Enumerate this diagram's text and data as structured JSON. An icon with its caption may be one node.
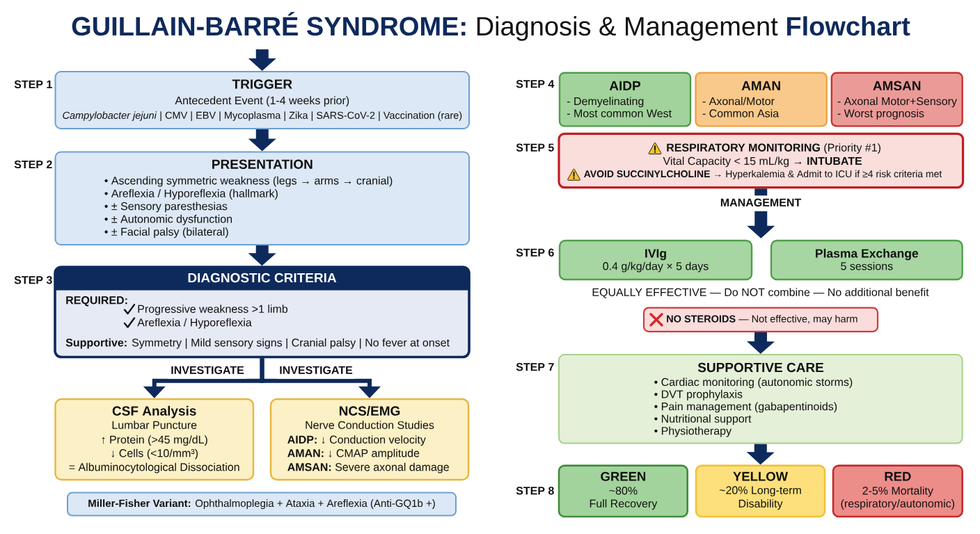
{
  "diagram": {
    "title": "**GUILLAIN-BARRÉ SYNDROME:** Diagnosis & Management **Flowchart**",
    "nodes": [
      {
        "text": [
          "TRIGGER",
          "Antecedent Event (1-4 weeks prior)",
          "*Campylobacter jejuni* | CMV | EBV | Mycoplasma | Zika | SARS-CoV-2 | Vaccination (rare)"
        ],
        "beside": [
          "STEP 1"
        ]
      },
      {
        "text": [
          "PRESENTATION",
          "• Ascending symmetric weakness (legs → arms → cranial)",
          "• Areflexia / Hyporeflexia (hallmark)",
          "• ± Sensory paresthesias",
          "• ± Autonomic dysfunction",
          "• ± Facial palsy (bilateral)"
        ],
        "beside": [
          "STEP 2"
        ]
      },
      {
        "text": [
          "DIAGNOSTIC CRITERIA",
          "REQUIRED:",
          "Progressive weakness >1 limb",
          "Areflexia / Hyporeflexia",
          "**Supportive:** Symmetry | Mild sensory signs | Cranial palsy | No fever at onset"
        ],
        "beside": [
          "STEP 3"
        ]
      },
      {
        "text": [
          "CSF Analysis",
          "Lumbar Puncture",
          "↑ Protein (>45 mg/dL)",
          "↓ Cells (<10/mm³)",
          "= Albuminocytological Dissociation"
        ]
      },
      {
        "text": [
          "NCS/EMG",
          "Nerve Conduction Studies",
          "**AIDP:** ↓ Conduction velocity",
          "**AMAN:** ↓ CMAP amplitude",
          "**AMSAN:** Severe axonal damage"
        ]
      },
      {
        "text": [
          "**Miller-Fisher Variant:** Ophthalmoplegia + Ataxia + Areflexia (Anti-GQ1b +)"
        ]
      },
      {
        "text": [
          "AIDP",
          "- Demyelinating",
          "- Most common West"
        ],
        "beside": [
          "STEP 4"
        ]
      },
      {
        "text": [
          "AMAN",
          "- Axonal/Motor",
          "- Common Asia"
        ]
      },
      {
        "text": [
          "AMSAN",
          "- Axonal Motor+Sensory",
          "- Worst prognosis"
        ]
      },
      {
        "text": [
          "**RESPIRATORY MONITORING** (Priority #1)",
          "Vital Capacity < 15 mL/kg → **INTUBATE**",
          "**AVOID SUCCINYLCHOLINE** → Hyperkalemia & Admit to ICU if ≥4 risk criteria met"
        ],
        "beside": [
          "STEP 5"
        ]
      },
      {
        "text": [
          "IVIg",
          "0.4 g/kg/day × 5 days"
        ],
        "beside": [
          "STEP 6"
        ]
      },
      {
        "text": [
          "Plasma Exchange",
          "5 sessions"
        ]
      },
      {
        "text": [
          "**NO STEROIDS** — Not effective, may harm"
        ]
      },
      {
        "text": [
          "SUPPORTIVE CARE",
          "• Cardiac monitoring (autonomic storms)",
          "• DVT prophylaxis",
          "• Pain management (gabapentinoids)",
          "• Nutritional support",
          "• Physiotherapy"
        ],
        "beside": [
          "STEP 7"
        ]
      },
      {
        "text": [
          "GREEN",
          "~80%",
          "Full Recovery"
        ],
        "beside": [
          "STEP 8"
        ]
      },
      {
        "text": [
          "YELLOW",
          "~20% Long-term Disability"
        ]
      },
      {
        "text": [
          "RED",
          "2-5% Mortality",
          "(respiratory/autonomic)"
        ]
      }
    ],
    "edges": [
      {
        "from": null,
        "to": 0,
        "arrow": "to"
      },
      {
        "from": 0,
        "to": 1,
        "arrow": "to"
      },
      {
        "from": 1,
        "to": 2,
        "arrow": "to"
      },
      {
        "from": 2,
        "to": 3,
        "arrow": "to",
        "label": "INVESTIGATE"
      },
      {
        "from": 2,
        "to": 4,
        "arrow": "to",
        "label": "INVESTIGATE"
      },
      {
        "from": 9,
        "to": 10,
        "arrow": "to",
        "label": "MANAGEMENT"
      },
      {
        "from": 9,
        "to": 11,
        "arrow": "to"
      },
      {
        "from": 12,
        "to": 13,
        "arrow": "to"
      },
      {
        "from": 13,
        "to": 15,
        "arrow": "to"
      }
    ],
    "labels": [
      "EQUALLY EFFECTIVE — Do NOT combine — No additional benefit"
    ]
  }
}
